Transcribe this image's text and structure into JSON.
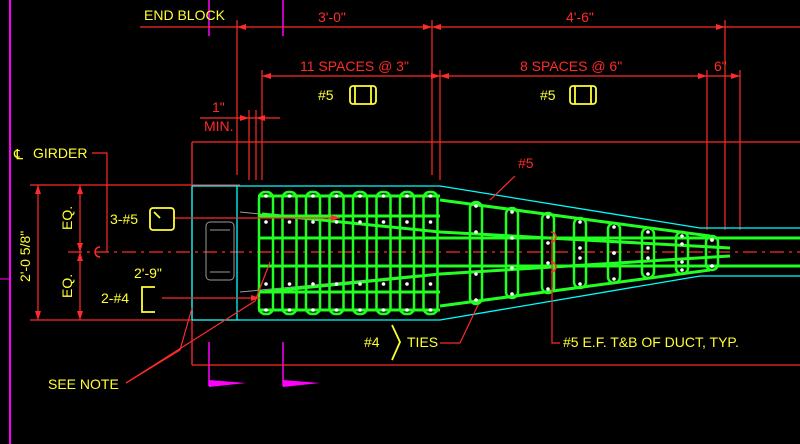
{
  "colors": {
    "background": "#000000",
    "dimension": "#ff2a2a",
    "outline": "#00ffff",
    "rebar": "#22ff22",
    "callout": "#ffff33",
    "accent": "#ff00ff"
  },
  "labels": {
    "end_block": "END BLOCK",
    "dim_3_0": "3'-0\"",
    "dim_4_6": "4'-6\"",
    "spaces_11": "11 SPACES @ 3\"",
    "spaces_8": "8 SPACES @ 6\"",
    "dim_6": "6\"",
    "bar5_a": "#5",
    "bar5_b": "#5",
    "min_1": "1\"",
    "min": "MIN.",
    "cl_symbol": "℄",
    "girder": "GIRDER",
    "bar5_leader": "#5",
    "eq_top": "EQ.",
    "eq_bottom": "EQ.",
    "height": "2'-0 5/8\"",
    "three_5": "3-#5",
    "dim_2_9": "2'-9\"",
    "two_4": "2-#4",
    "bar4": "#4",
    "ties": "TIES",
    "ef_note": "#5 E.F. T&B OF DUCT, TYP.",
    "see_note": "SEE NOTE"
  }
}
